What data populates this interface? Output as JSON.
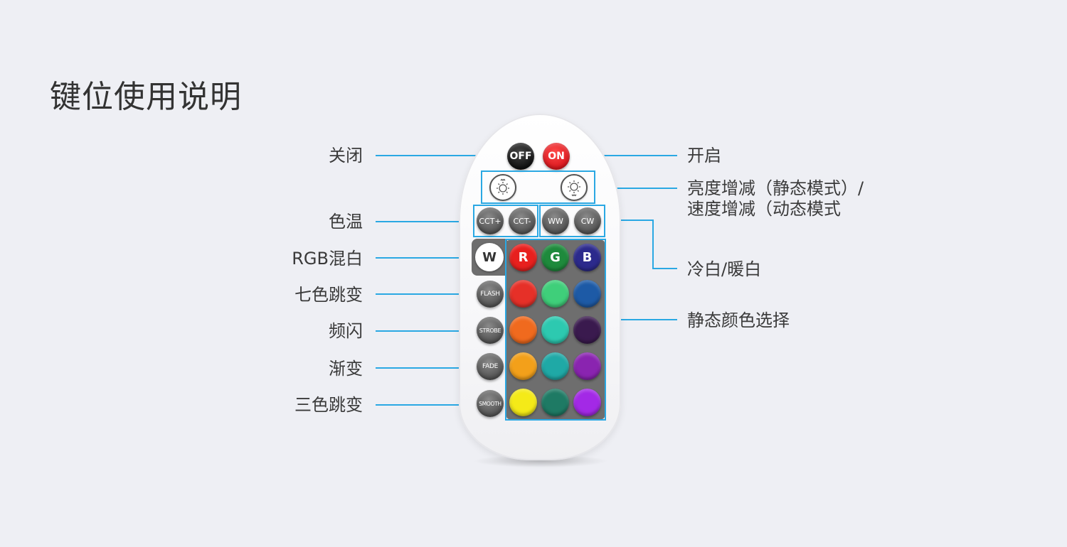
{
  "title": "键位使用说明",
  "labels": {
    "off_label": "关闭",
    "on_label": "开启",
    "brightness_line1": "亮度增减（静态模式）/",
    "brightness_line2": "速度增减（动态模式",
    "cct_label": "色温",
    "ww_cw_label": "冷白/暖白",
    "rgbw_label": "RGB混白",
    "flash_label": "七色跳变",
    "strobe_label": "频闪",
    "fade_label": "渐变",
    "smooth_label": "三色跳变",
    "static_color_label": "静态颜色选择"
  },
  "buttons": {
    "off": "OFF",
    "on": "ON",
    "cct_plus": "CCT+",
    "cct_minus": "CCT-",
    "ww": "WW",
    "cw": "CW",
    "w": "W",
    "r": "R",
    "g": "G",
    "b": "B",
    "flash": "FLASH",
    "strobe": "STROBE",
    "fade": "FADE",
    "smooth": "SMOOTH"
  },
  "colors": {
    "accent_line": "#2aa8e3",
    "grid": [
      [
        "#e8201e",
        "#1e8a3c",
        "#2c2a8c"
      ],
      [
        "#e63028",
        "#3fcf7a",
        "#1d5aa6"
      ],
      [
        "#f06a1e",
        "#2dc9b0",
        "#3a1a4e"
      ],
      [
        "#f3a01a",
        "#1fa9a6",
        "#8a24b0"
      ],
      [
        "#f4ea18",
        "#1e7a64",
        "#a329e6"
      ]
    ]
  }
}
